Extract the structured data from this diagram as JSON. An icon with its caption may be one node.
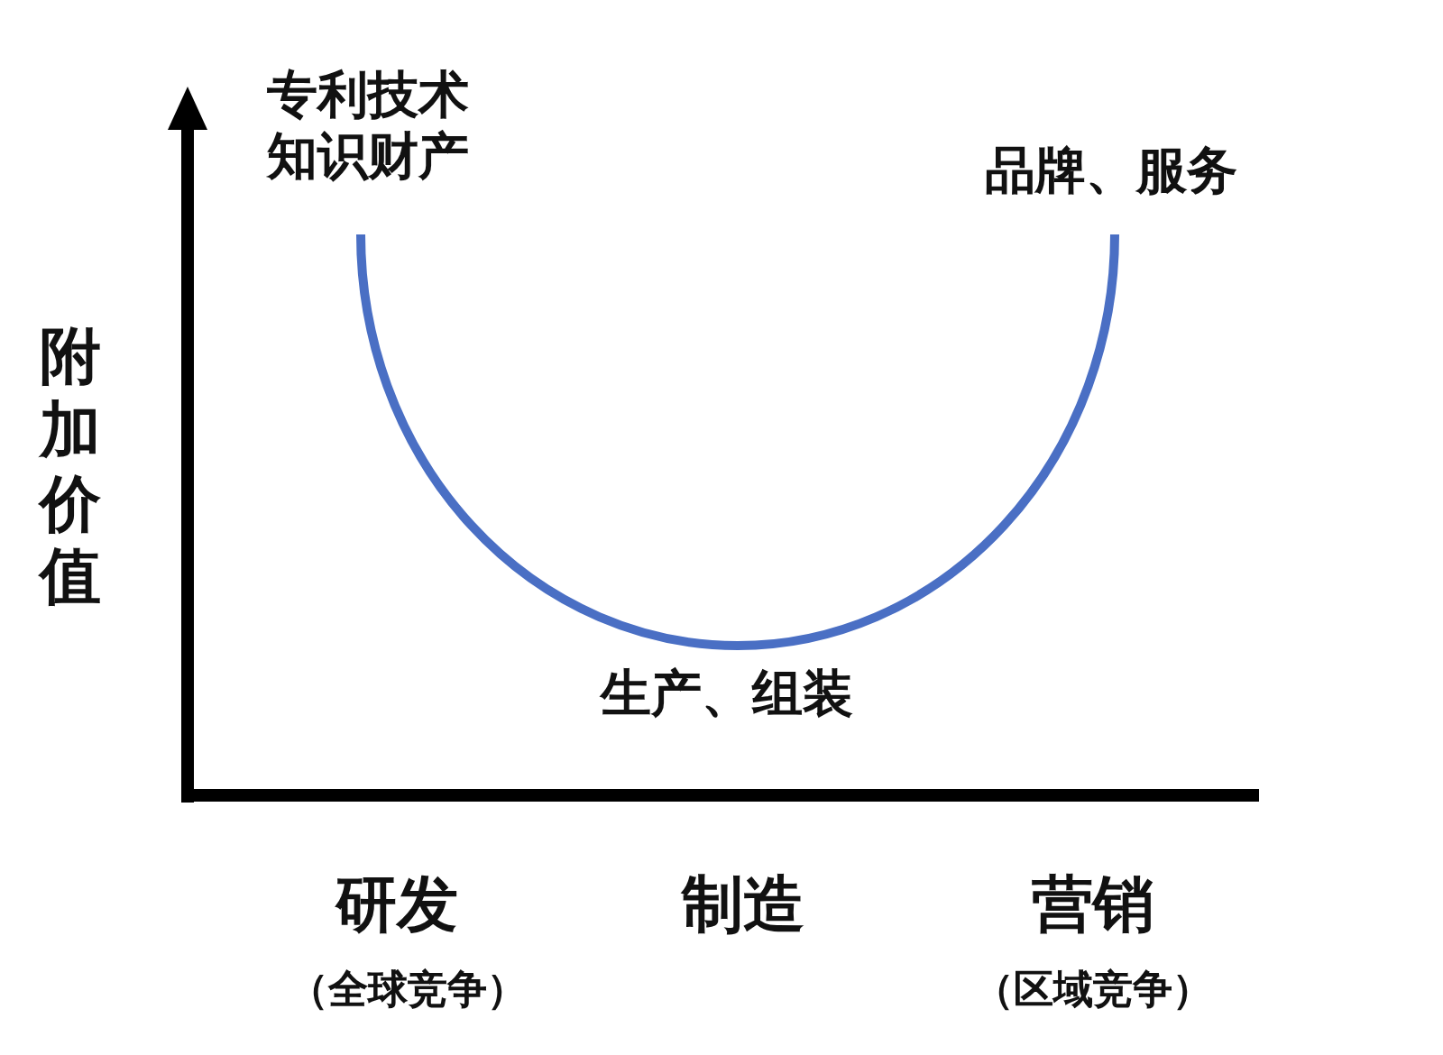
{
  "diagram": {
    "labels": [
      "专利技术",
      "知识财产",
      "品牌、服务",
      "附加价值",
      "生产、组装",
      "研发",
      "制造",
      "营销",
      "（全球竞争）",
      "（区域竞争）"
    ]
  }
}
